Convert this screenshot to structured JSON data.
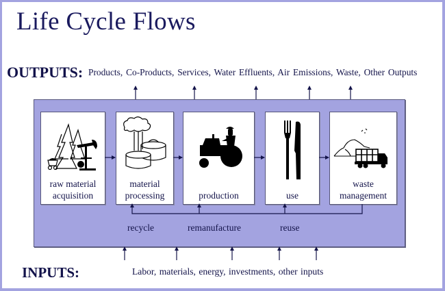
{
  "title": "Life Cycle Flows",
  "outputs": {
    "label": "OUTPUTS:",
    "text": "Products, Co-Products, Services, Water Effluents, Air Emissions, Waste, Other Outputs"
  },
  "inputs": {
    "label": "INPUTS:",
    "text": "Labor, materials, energy, investments, other inputs"
  },
  "stages": [
    {
      "line1": "raw material",
      "line2": "acquisition",
      "icon": "trees-oil-pump-icon"
    },
    {
      "line1": "material",
      "line2": "processing",
      "icon": "factory-tanks-icon"
    },
    {
      "line1": "",
      "line2": "production",
      "icon": "tractor-icon"
    },
    {
      "line1": "",
      "line2": "use",
      "icon": "fork-knife-icon"
    },
    {
      "line1": "waste",
      "line2": "management",
      "icon": "landfill-truck-icon"
    }
  ],
  "loops": {
    "recycle": "recycle",
    "remanufacture": "remanufacture",
    "reuse": "reuse"
  },
  "colors": {
    "frame": "#a3a3e0",
    "title": "#1a1a5e",
    "text": "#14144a",
    "arrow": "#14144a"
  }
}
